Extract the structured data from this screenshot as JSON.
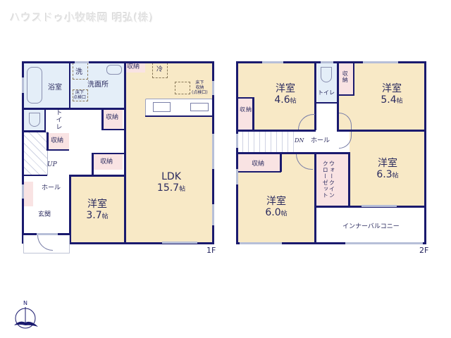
{
  "watermark": "ハウスドゥ小牧味岡 明弘(株)",
  "floor1": {
    "label": "1F",
    "rooms": {
      "bath": "浴室",
      "washroom": "洗面所",
      "washer": "洗",
      "underfloor_hatch": "床下\n点検口",
      "toilet": "トイレ",
      "storage_top": "収納",
      "fridge": "冷",
      "underfloor_storage": "床下\n収納\n(点検口)",
      "storage_mid": "収納",
      "storage_stair": "収納",
      "storage_lower": "収納",
      "stairs_up": "UP",
      "hall": "ホール",
      "entrance": "玄関",
      "bedroom_name": "洋室",
      "bedroom_size": "3.7",
      "ldk_name": "LDK",
      "ldk_size": "15.7",
      "unit": "帖"
    }
  },
  "floor2": {
    "label": "2F",
    "rooms": {
      "room_a_name": "洋室",
      "room_a_size": "4.6",
      "room_b_name": "洋室",
      "room_b_size": "5.4",
      "room_c_name": "洋室",
      "room_c_size": "6.3",
      "room_d_name": "洋室",
      "room_d_size": "6.0",
      "toilet": "トイレ",
      "storage_a": "収納",
      "storage_b": "収納",
      "storage_d": "収納",
      "walk_in_closet": "ウォークイン\nクローゼット",
      "stairs_down": "DN",
      "hall": "ホール",
      "balcony": "インナーバルコニー",
      "unit": "帖"
    }
  },
  "compass": {
    "label": "N"
  },
  "colors": {
    "wall": "#1a1a6e",
    "wood_floor": "#f8e9c6",
    "wet_area": "#e4eef8",
    "storage": "#f9e3e3",
    "window": "#b7bfd8"
  }
}
